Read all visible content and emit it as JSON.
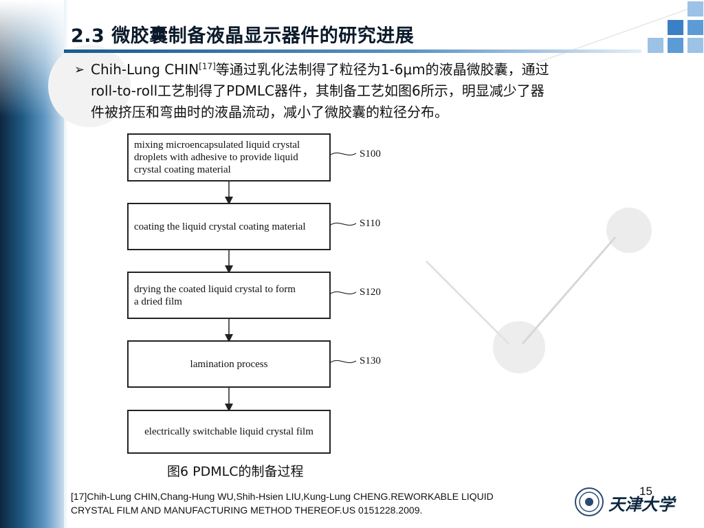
{
  "slide": {
    "title": "2.3 微胶囊制备液晶显示器件的研究进展",
    "page_number": "15"
  },
  "bullet": {
    "marker": "➢",
    "author": "Chih-Lung CHIN",
    "ref_sup": "[17]",
    "text_line1_rest": "等通过乳化法制得了粒径为1-6μm的液晶微胶囊，通过",
    "text_line2": "roll-to-roll工艺制得了PDMLC器件，其制备工艺如图6所示，明显减少了器",
    "text_line3": "件被挤压和弯曲时的液晶流动，减小了微胶囊的粒径分布。"
  },
  "figure": {
    "steps": [
      {
        "text_l1": "mixing microencapsulated liquid crystal",
        "text_l2": "droplets with adhesive to provide liquid",
        "text_l3": "crystal coating material",
        "label": "S100"
      },
      {
        "text": "coating the liquid crystal coating material",
        "label": "S110"
      },
      {
        "text_l1": "drying the coated liquid crystal to form",
        "text_l2": "a dried film",
        "label": "S120"
      },
      {
        "text": "lamination process",
        "label": "S130"
      },
      {
        "text": "electrically switchable liquid crystal film"
      }
    ],
    "caption": "图6 PDMLC的制备过程"
  },
  "reference": {
    "line1": "[17]Chih-Lung CHIN,Chang-Hung WU,Shih-Hsien LIU,Kung-Lung CHENG.REWORKABLE LIQUID",
    "line2": "CRYSTAL FILM AND MANUFACTURING METHOD THEREOF.US 0151228.2009."
  },
  "logo": {
    "name_text": "天津大学"
  },
  "colors": {
    "title_bar": "#1a5a8f",
    "square_dark": "#3b7fc4",
    "square_light": "#9cc2e6"
  }
}
